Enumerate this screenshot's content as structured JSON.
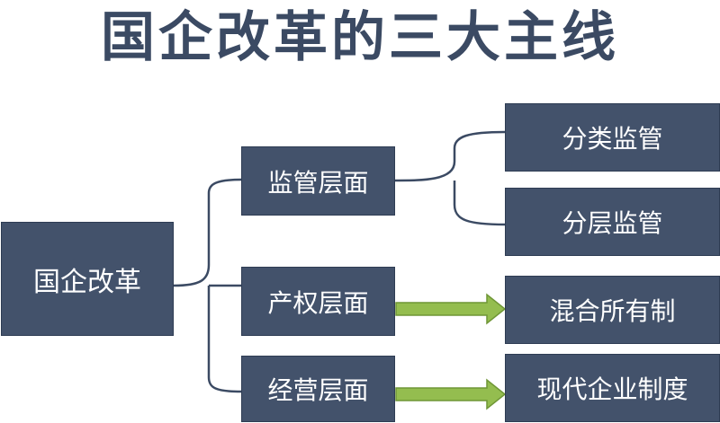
{
  "title": "国企改革的三大主线",
  "nodes": {
    "root": "国企改革",
    "regulation": "监管层面",
    "property": "产权层面",
    "operation": "经营层面",
    "category_supervision": "分类监管",
    "tiered_supervision": "分层监管",
    "mixed_ownership": "混合所有制",
    "modern_enterprise": "现代企业制度"
  },
  "colors": {
    "box_fill": "#43526b",
    "box_text": "#ffffff",
    "title_text": "#3b4a63",
    "connector": "#3b4a63",
    "arrow_fill": "#94bd4f",
    "arrow_stroke": "#6f9636"
  }
}
